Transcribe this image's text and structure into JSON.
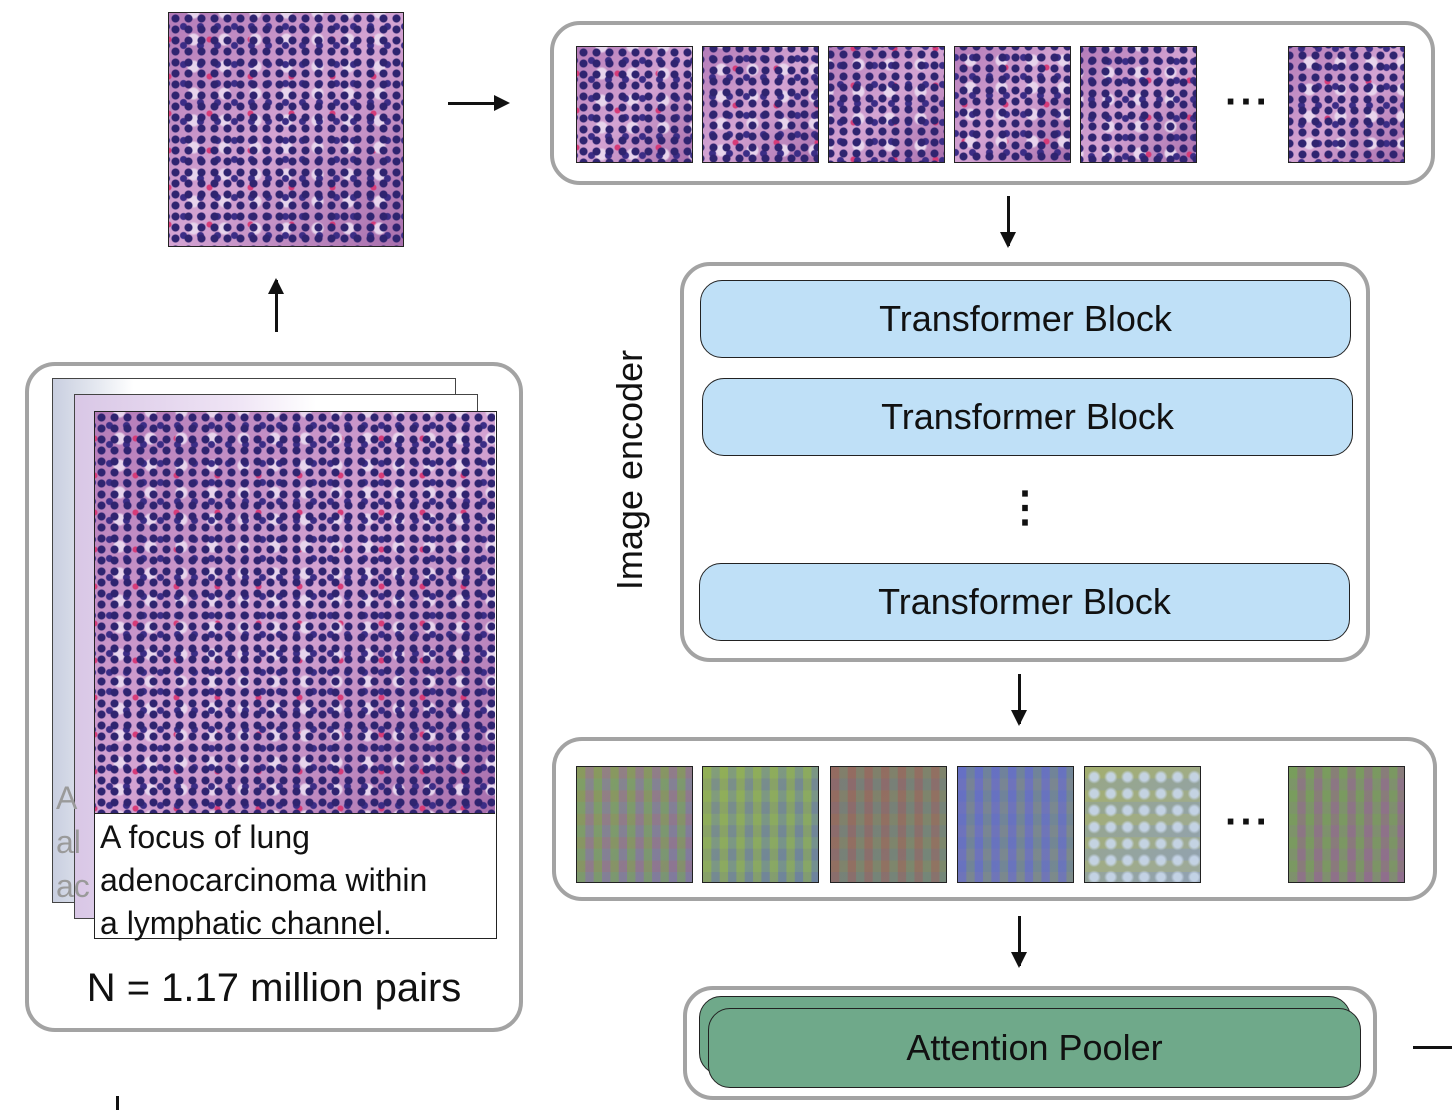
{
  "encoder": {
    "label": "Image encoder",
    "blocks": [
      "Transformer Block",
      "Transformer Block",
      "Transformer Block"
    ],
    "vdots": "⋮"
  },
  "patches": {
    "ellipsis": "···"
  },
  "embeddings": {
    "ellipsis": "···"
  },
  "pooler": {
    "label": "Attention Pooler",
    "color": "#6fa98a"
  },
  "dataset": {
    "caption_lines": [
      "A focus of lung",
      "adenocarcinoma within",
      "a lymphatic channel."
    ],
    "back_fragments": [
      "A",
      "al",
      "ac"
    ],
    "count": "N = 1.17 million pairs"
  },
  "colors": {
    "block_fill": "#bfe0f7",
    "frame_border": "#a3a3a3"
  }
}
